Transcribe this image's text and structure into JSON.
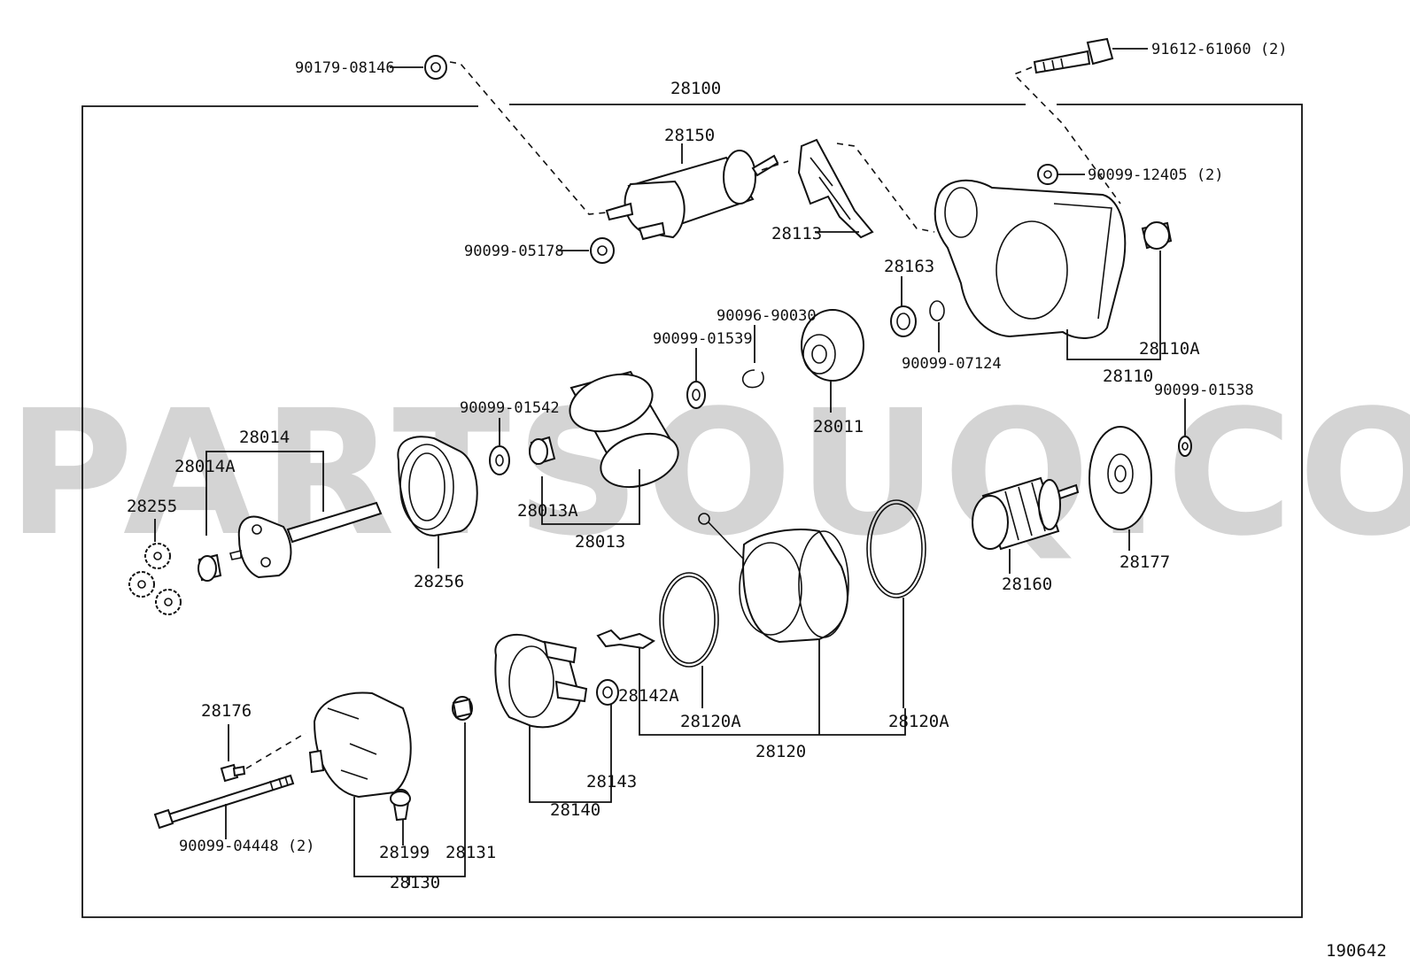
{
  "watermark": "PARTSOUQ.COM",
  "figure_id": "190642",
  "labels": {
    "p90179": "90179-08146",
    "p28100": "28100",
    "p91612": "91612-61060 (2)",
    "p28150": "28150",
    "p90099_12405": "90099-12405 (2)",
    "p28113": "28113",
    "p90099_05178": "90099-05178",
    "p28163": "28163",
    "p90096": "90096-90030",
    "p90099_01539": "90099-01539",
    "p90099_07124": "90099-07124",
    "p28110A": "28110A",
    "p28110": "28110",
    "p90099_01538": "90099-01538",
    "p28011": "28011",
    "p90099_01542": "90099-01542",
    "p28014": "28014",
    "p28014A": "28014A",
    "p28255": "28255",
    "p28013A": "28013A",
    "p28013": "28013",
    "p28256": "28256",
    "p28160": "28160",
    "p28177": "28177",
    "p28176": "28176",
    "p28142A": "28142A",
    "p28120A_left": "28120A",
    "p28120A_right": "28120A",
    "p28120": "28120",
    "p28143": "28143",
    "p28140": "28140",
    "p90099_04448": "90099-04448 (2)",
    "p28199": "28199",
    "p28131": "28131",
    "p28130": "28130"
  }
}
